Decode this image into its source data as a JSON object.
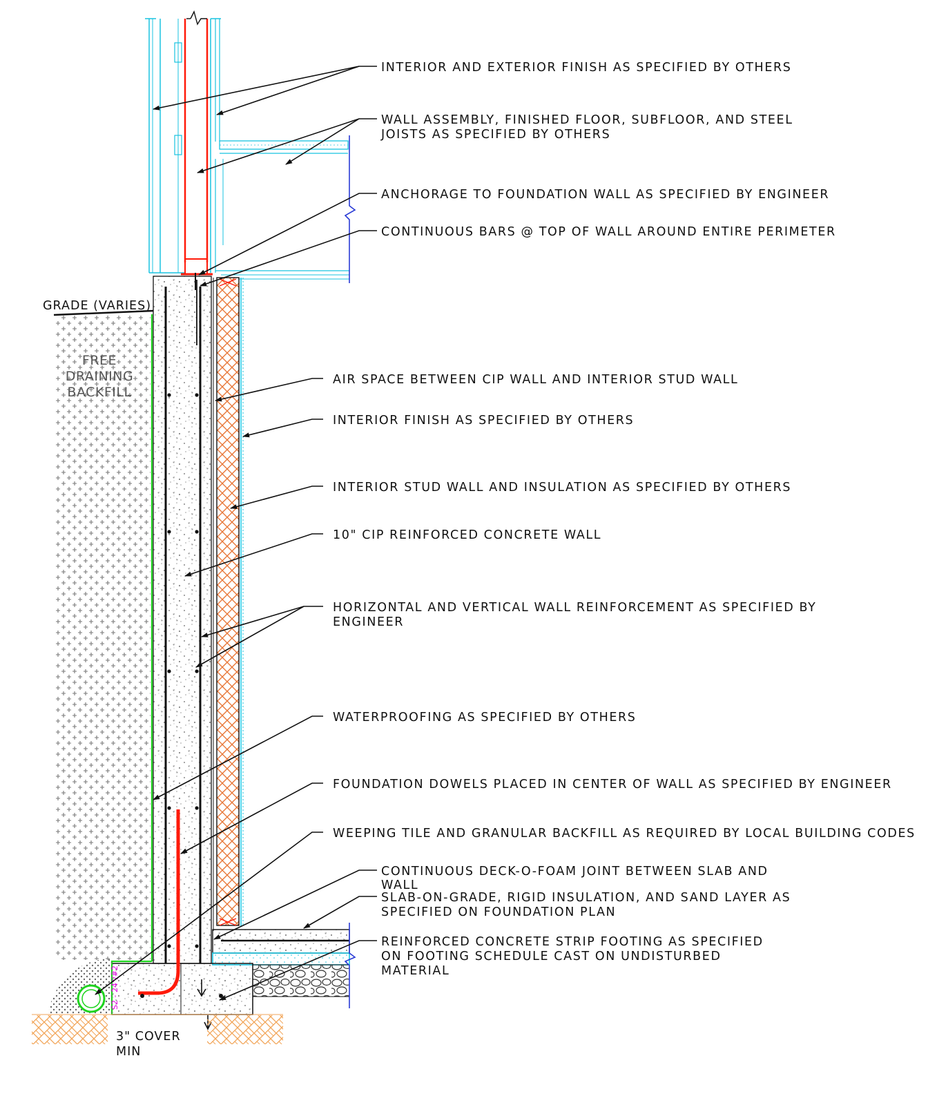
{
  "colors": {
    "finish_line": "#18c3e0",
    "anchor_rebar": "#ff1a0a",
    "waterproofing": "#1fd41f",
    "insulation": "#e8783a",
    "grade_soil": "#f2a65a",
    "slab_edge": "#2a3bd6",
    "ink": "#111111"
  },
  "labels": {
    "grade": "GRADE (VARIES)",
    "backfill_line1": "FREE",
    "backfill_line2": "DRAINING",
    "backfill_line3": "BACKFILL",
    "cover_line1": "3\" COVER",
    "cover_line2": "MIN",
    "tile_tag": "S2 - 24\"/#2"
  },
  "notes": [
    {
      "line1": "INTERIOR AND EXTERIOR FINISH AS SPECIFIED BY OTHERS",
      "line2": ""
    },
    {
      "line1": "WALL ASSEMBLY, FINISHED FLOOR, SUBFLOOR, AND STEEL",
      "line2": "JOISTS AS SPECIFIED BY OTHERS"
    },
    {
      "line1": "ANCHORAGE TO FOUNDATION WALL AS SPECIFIED BY ENGINEER",
      "line2": ""
    },
    {
      "line1": "CONTINUOUS BARS @ TOP OF WALL AROUND ENTIRE PERIMETER",
      "line2": ""
    },
    {
      "line1": "AIR SPACE BETWEEN CIP WALL AND INTERIOR STUD WALL",
      "line2": ""
    },
    {
      "line1": "INTERIOR FINISH AS SPECIFIED BY OTHERS",
      "line2": ""
    },
    {
      "line1": "INTERIOR STUD WALL AND INSULATION AS SPECIFIED BY OTHERS",
      "line2": ""
    },
    {
      "line1": "10\" CIP REINFORCED CONCRETE WALL",
      "line2": ""
    },
    {
      "line1": "HORIZONTAL AND VERTICAL WALL REINFORCEMENT AS SPECIFIED BY",
      "line2": "ENGINEER"
    },
    {
      "line1": "WATERPROOFING AS SPECIFIED BY OTHERS",
      "line2": ""
    },
    {
      "line1": "FOUNDATION DOWELS PLACED IN CENTER OF WALL AS SPECIFIED BY ENGINEER",
      "line2": ""
    },
    {
      "line1": "WEEPING TILE AND GRANULAR BACKFILL AS REQUIRED BY LOCAL BUILDING CODES",
      "line2": ""
    },
    {
      "line1": "CONTINUOUS DECK-O-FOAM JOINT BETWEEN SLAB AND",
      "line2": "WALL"
    },
    {
      "line1": "SLAB-ON-GRADE, RIGID INSULATION, AND SAND LAYER AS",
      "line2": "SPECIFIED ON FOUNDATION PLAN"
    },
    {
      "line1": "REINFORCED CONCRETE STRIP FOOTING AS SPECIFIED",
      "line2": "ON FOOTING SCHEDULE CAST ON UNDISTURBED",
      "line3": "MATERIAL"
    }
  ]
}
